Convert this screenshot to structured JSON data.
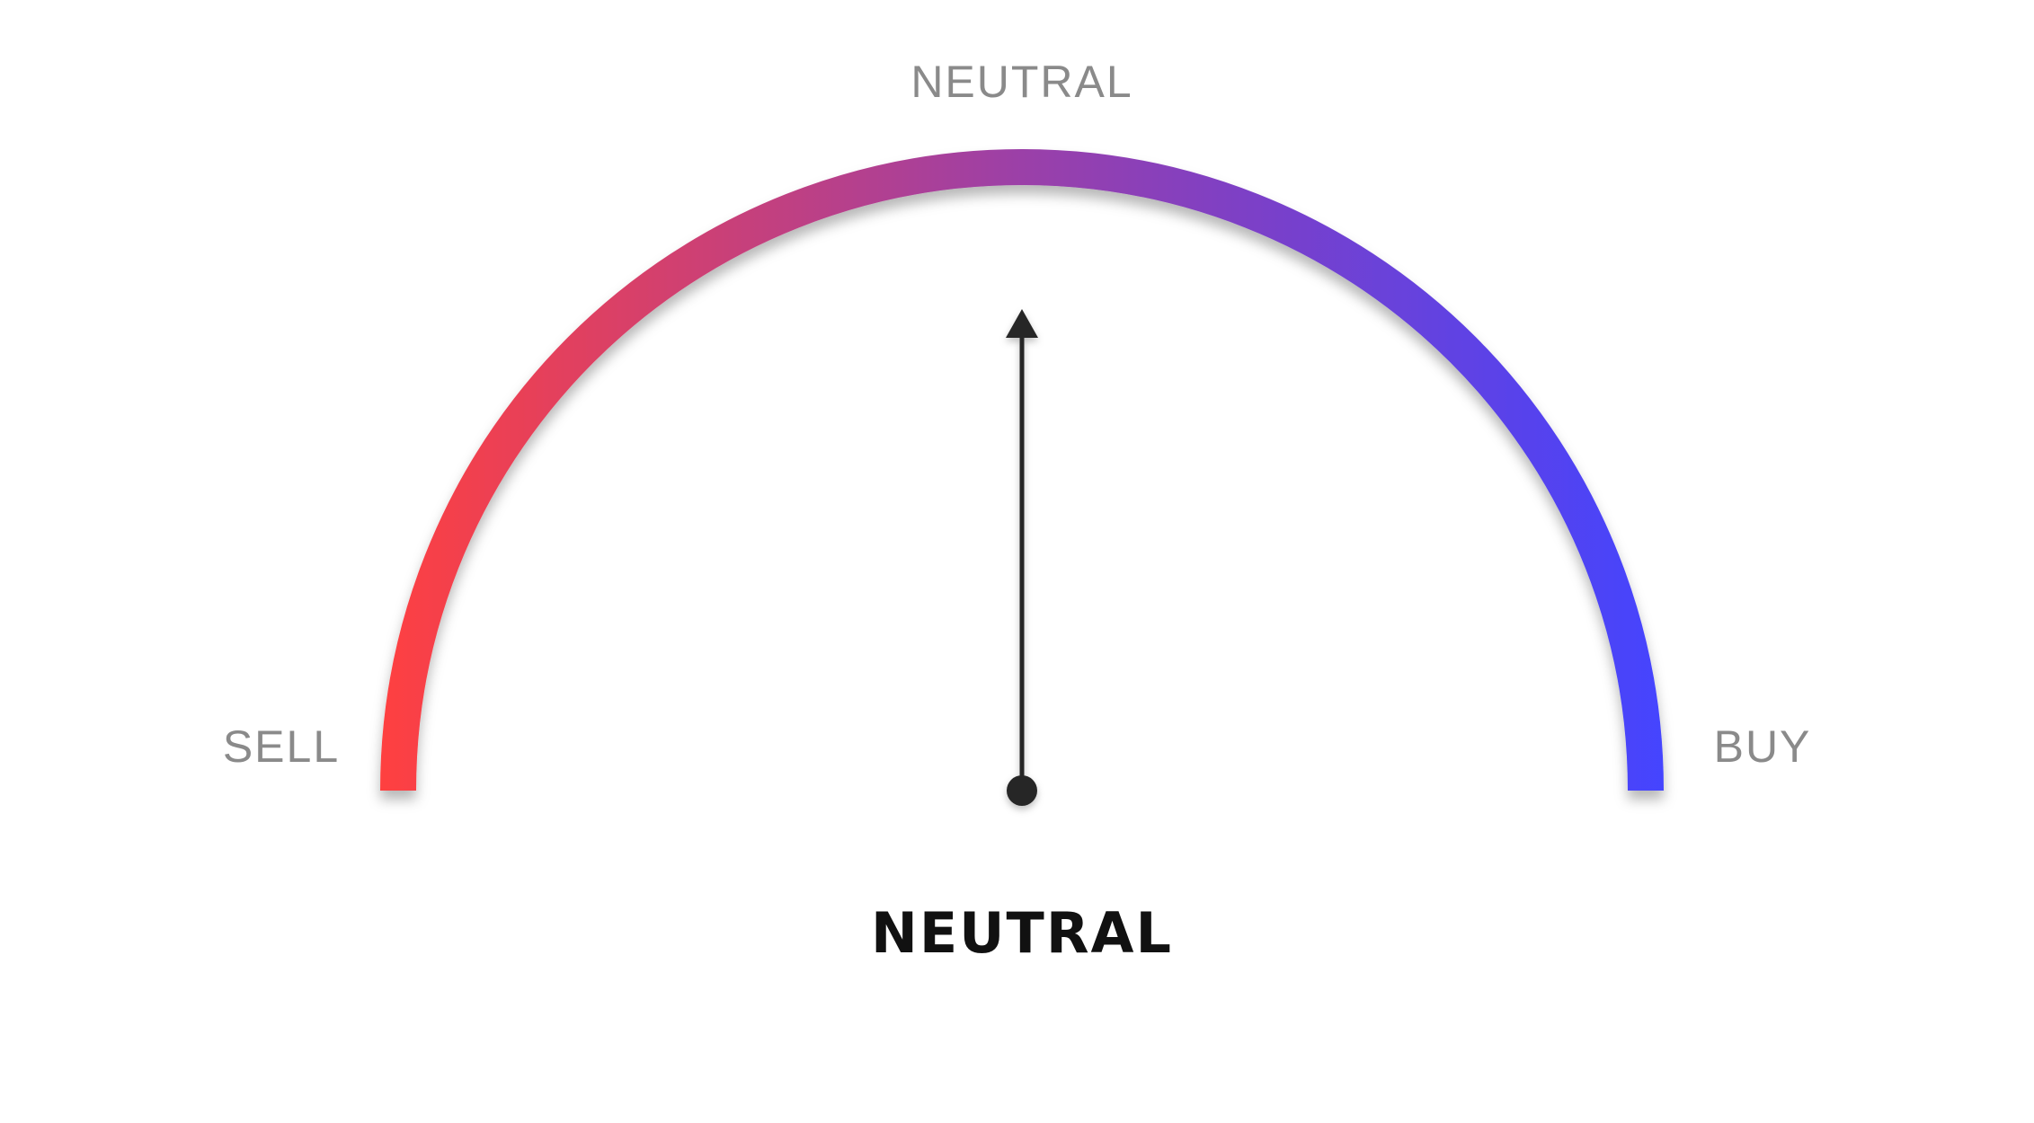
{
  "chart_data": {
    "type": "gauge",
    "scale_labels": {
      "min": "SELL",
      "mid": "NEUTRAL",
      "max": "BUY"
    },
    "value": 0,
    "range": [
      -1,
      1
    ],
    "reading_label": "NEUTRAL",
    "colors": {
      "sell": "#ff4040",
      "neutral": "#9b3fa8",
      "buy": "#4444ff",
      "needle": "#262626"
    }
  }
}
